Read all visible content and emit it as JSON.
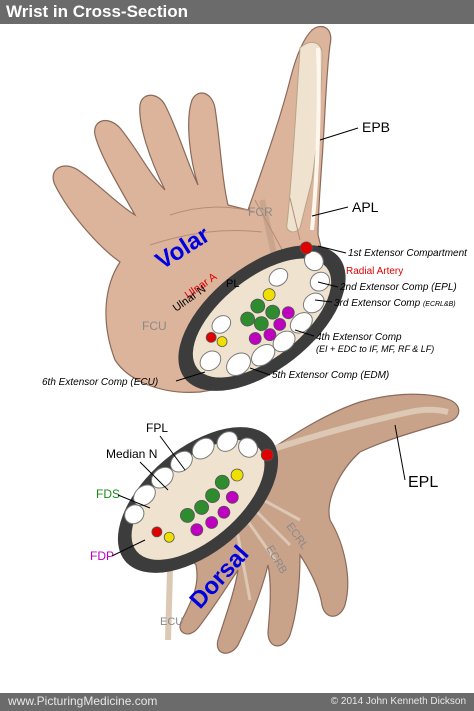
{
  "title": "Wrist in Cross-Section",
  "footer": {
    "website": "www.PicturingMedicine.com",
    "copyright": "© 2014 John Kenneth Dickson"
  },
  "volar": {
    "view_label": "Volar",
    "labels": {
      "epb": "EPB",
      "apl": "APL",
      "fcr": "FCR",
      "fcu": "FCU",
      "pl": "PL",
      "ulnar_a": "Ulnar A",
      "ulnar_n": "Ulnar N",
      "comp1": "1st Extensor Compartment",
      "radial_artery": "Radial Artery",
      "comp2": "2nd Extensor Comp (EPL)",
      "comp3": "3rd Extensor Comp",
      "comp3_sub": "(ECRL&B)",
      "comp4": "4th Extensor Comp",
      "comp4_sub": "(EI + EDC to IF, MF, RF & LF)",
      "comp5": "5th Extensor Comp (EDM)",
      "comp6": "6th Extensor Comp (ECU)"
    }
  },
  "dorsal": {
    "view_label": "Dorsal",
    "labels": {
      "fpl": "FPL",
      "median_n": "Median N",
      "fds": "FDS",
      "fdp": "FDP",
      "epl": "EPL",
      "ecrl": "ECRL",
      "ecrb": "ECRB",
      "ecu": "ECU"
    }
  },
  "colors": {
    "skin": "#dcb39b",
    "skin_dark": "#c2927a",
    "bone": "#efe3cf",
    "tendon_white": "#ffffff",
    "section_ring": "#3c3c3c",
    "artery": "#e00000",
    "nerve": "#f0e000",
    "fds_green": "#2e8b2e",
    "fdp_magenta": "#c000c0",
    "view_label_blue": "#0000e0",
    "radial_artery_text": "#e00000",
    "fds_text": "#1a8a1a",
    "fdp_text": "#c000c0",
    "bar_gray": "#6b6b6b"
  }
}
